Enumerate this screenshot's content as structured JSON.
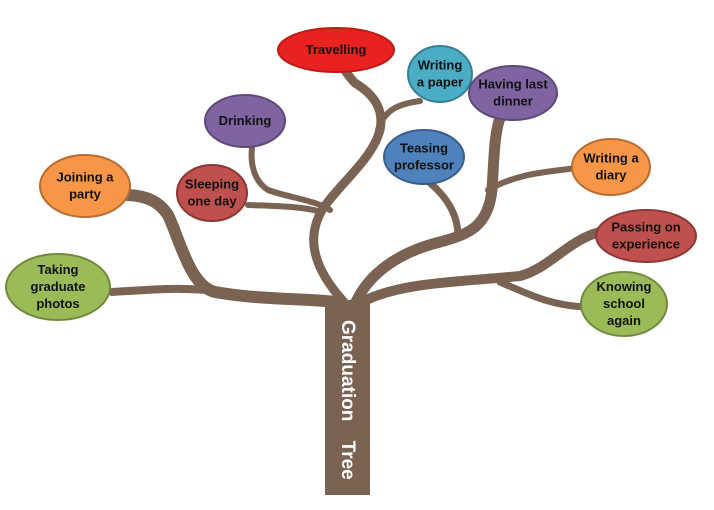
{
  "trunk": {
    "label_word1": "Graduation",
    "label_word2": "Tree",
    "color": "#7a6352"
  },
  "nodes": {
    "travelling": {
      "lines": [
        "Travelling"
      ],
      "fill": "#e8231f",
      "stroke": "#c01a16"
    },
    "writing_paper": {
      "lines": [
        "Writing",
        "a paper"
      ],
      "fill": "#4bacc6",
      "stroke": "#357f93"
    },
    "having_dinner": {
      "lines": [
        "Having last",
        "dinner"
      ],
      "fill": "#8064a2",
      "stroke": "#5e4a78"
    },
    "drinking": {
      "lines": [
        "Drinking"
      ],
      "fill": "#8064a2",
      "stroke": "#5e4a78"
    },
    "teasing": {
      "lines": [
        "Teasing",
        "professor"
      ],
      "fill": "#4f81bd",
      "stroke": "#385d8a"
    },
    "writing_diary": {
      "lines": [
        "Writing a",
        "diary"
      ],
      "fill": "#f79646",
      "stroke": "#b66d31"
    },
    "joining_party": {
      "lines": [
        "Joining a",
        "party"
      ],
      "fill": "#f79646",
      "stroke": "#b66d31"
    },
    "sleeping": {
      "lines": [
        "Sleeping",
        "one day"
      ],
      "fill": "#c0504d",
      "stroke": "#8c3836"
    },
    "passing": {
      "lines": [
        "Passing on",
        "experience"
      ],
      "fill": "#c0504d",
      "stroke": "#8c3836"
    },
    "taking_photos": {
      "lines": [
        "Taking",
        "graduate",
        "photos"
      ],
      "fill": "#9bbb59",
      "stroke": "#71893f"
    },
    "knowing_school": {
      "lines": [
        "Knowing",
        "school",
        "again"
      ],
      "fill": "#9bbb59",
      "stroke": "#71893f"
    }
  }
}
